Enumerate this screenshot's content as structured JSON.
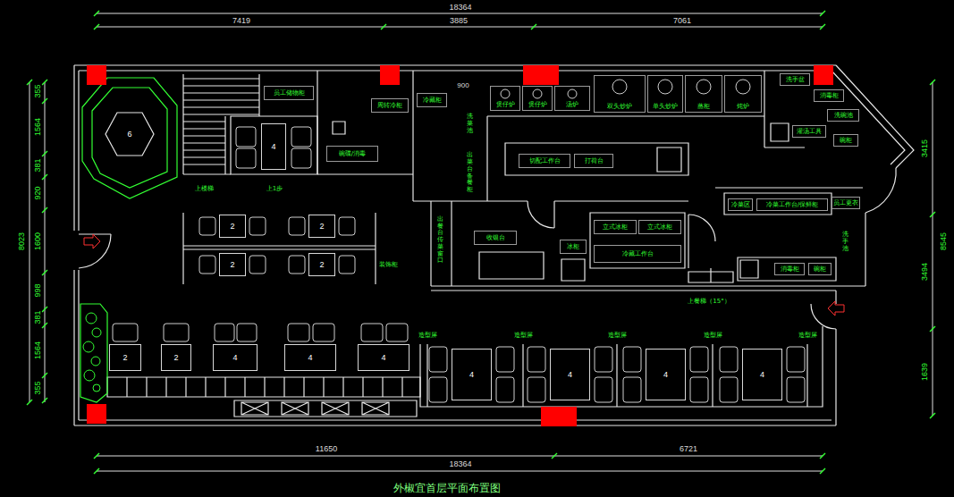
{
  "diagram": {
    "caption": "外椒宜首层平面布置图",
    "nodes": [
      {
        "text": [
          "6"
        ]
      },
      {
        "text": [
          "员工储物柜"
        ]
      },
      {
        "text": [
          "4"
        ]
      },
      {
        "text": [
          "碗碟/消毒"
        ]
      },
      {
        "text": [
          "周转冷柜"
        ]
      },
      {
        "text": [
          "冷藏柜"
        ]
      },
      {
        "text": [
          "煲仔炉"
        ]
      },
      {
        "text": [
          "煲仔炉"
        ]
      },
      {
        "text": [
          "汤炉"
        ]
      },
      {
        "text": [
          "双头炒炉"
        ]
      },
      {
        "text": [
          "单头炒炉"
        ]
      },
      {
        "text": [
          "蒸柜"
        ]
      },
      {
        "text": [
          "炖炉"
        ]
      },
      {
        "text": [
          "洗手盆"
        ]
      },
      {
        "text": [
          "消毒柜"
        ]
      },
      {
        "text": [
          "洗碗池"
        ]
      },
      {
        "text": [
          "灌汤工具"
        ]
      },
      {
        "text": [
          "碗柜"
        ]
      },
      {
        "text": [
          "洗菜池"
        ]
      },
      {
        "text": [
          "切配工作台"
        ]
      },
      {
        "text": [
          "打荷台"
        ]
      },
      {
        "text": [
          "出菜台备餐柜"
        ]
      },
      {
        "text": [
          "冷菜区"
        ]
      },
      {
        "text": [
          "冷菜工作台/保鲜柜"
        ]
      },
      {
        "text": [
          "员工更衣"
        ]
      },
      {
        "text": [
          "2"
        ]
      },
      {
        "text": [
          "2"
        ]
      },
      {
        "text": [
          "立式冰柜"
        ]
      },
      {
        "text": [
          "立式冰柜"
        ]
      },
      {
        "text": [
          "收银台"
        ]
      },
      {
        "text": [
          "洗手池"
        ]
      },
      {
        "text": [
          "出餐台传菜窗口"
        ]
      },
      {
        "text": [
          "冰柜"
        ]
      },
      {
        "text": [
          "冷藏工作台"
        ]
      },
      {
        "text": [
          "2"
        ]
      },
      {
        "text": [
          "2"
        ]
      },
      {
        "text": [
          "消毒柜"
        ]
      },
      {
        "text": [
          "碗柜"
        ]
      },
      {
        "text": [
          "2"
        ]
      },
      {
        "text": [
          "2"
        ]
      },
      {
        "text": [
          "4"
        ]
      },
      {
        "text": [
          "4"
        ]
      },
      {
        "text": [
          "4"
        ]
      },
      {
        "text": [
          "4"
        ]
      },
      {
        "text": [
          "4"
        ]
      },
      {
        "text": [
          "4"
        ]
      },
      {
        "text": [
          "4"
        ]
      }
    ],
    "labels": [
      "18364",
      "7419",
      "3885",
      "7061",
      "900",
      "上楼梯",
      "上1步",
      "装饰柜",
      "上餐梯（15°）",
      "造型屏",
      "造型屏",
      "造型屏",
      "造型屏",
      "造型屏",
      "11650",
      "6721",
      "18364",
      "355",
      "1564",
      "381",
      "920",
      "1600",
      "998",
      "381",
      "1564",
      "355",
      "8023",
      "3415",
      "3494",
      "1639",
      "8545"
    ]
  }
}
